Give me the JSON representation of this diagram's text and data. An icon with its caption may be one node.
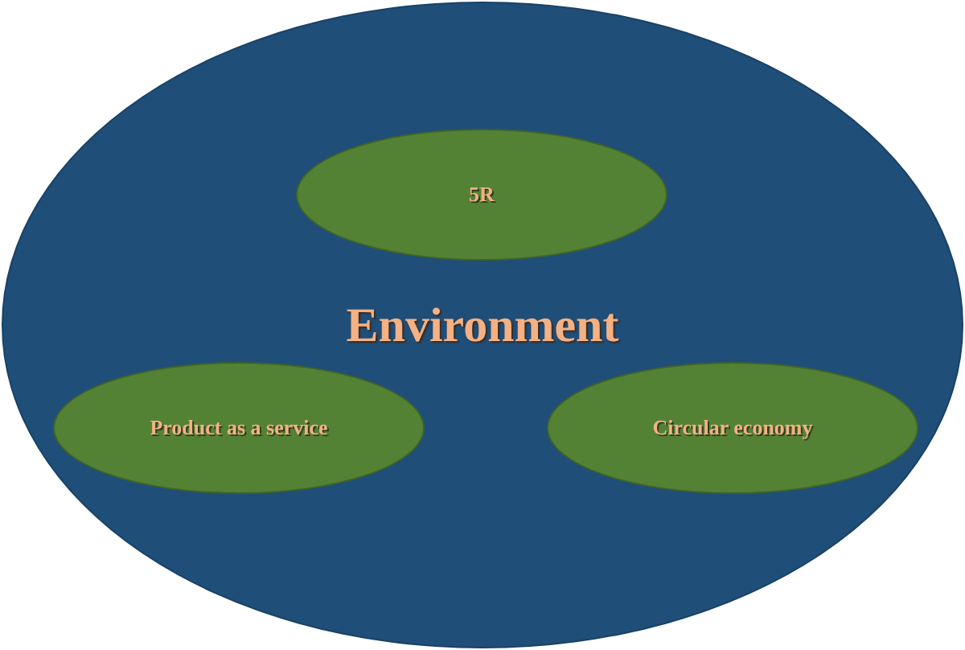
{
  "diagram": {
    "nodes": [
      {
        "text": [
          "Environment"
        ]
      },
      {
        "text": [
          "5R"
        ],
        "in": 0
      },
      {
        "text": [
          "Product as a service"
        ],
        "in": 0
      },
      {
        "text": [
          "Circular economy"
        ],
        "in": 0
      }
    ]
  }
}
